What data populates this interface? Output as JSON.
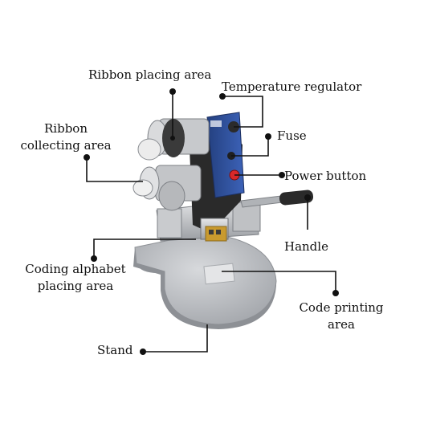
{
  "labels": {
    "ribbon_placing": "Ribbon placing area",
    "temperature": "Temperature regulator",
    "ribbon_collecting_1": "Ribbon",
    "ribbon_collecting_2": "collecting area",
    "fuse": "Fuse",
    "power": "Power button",
    "handle": "Handle",
    "coding_1": "Coding alphabet",
    "coding_2": "placing area",
    "code_printing_1": "Code printing",
    "code_printing_2": "area",
    "stand": "Stand"
  },
  "colors": {
    "line": "#111111",
    "panel_blue": "#2f4f9e",
    "power_red": "#d8282a",
    "gold": "#c99a2e",
    "stand_gray": "#b9bcc0"
  }
}
